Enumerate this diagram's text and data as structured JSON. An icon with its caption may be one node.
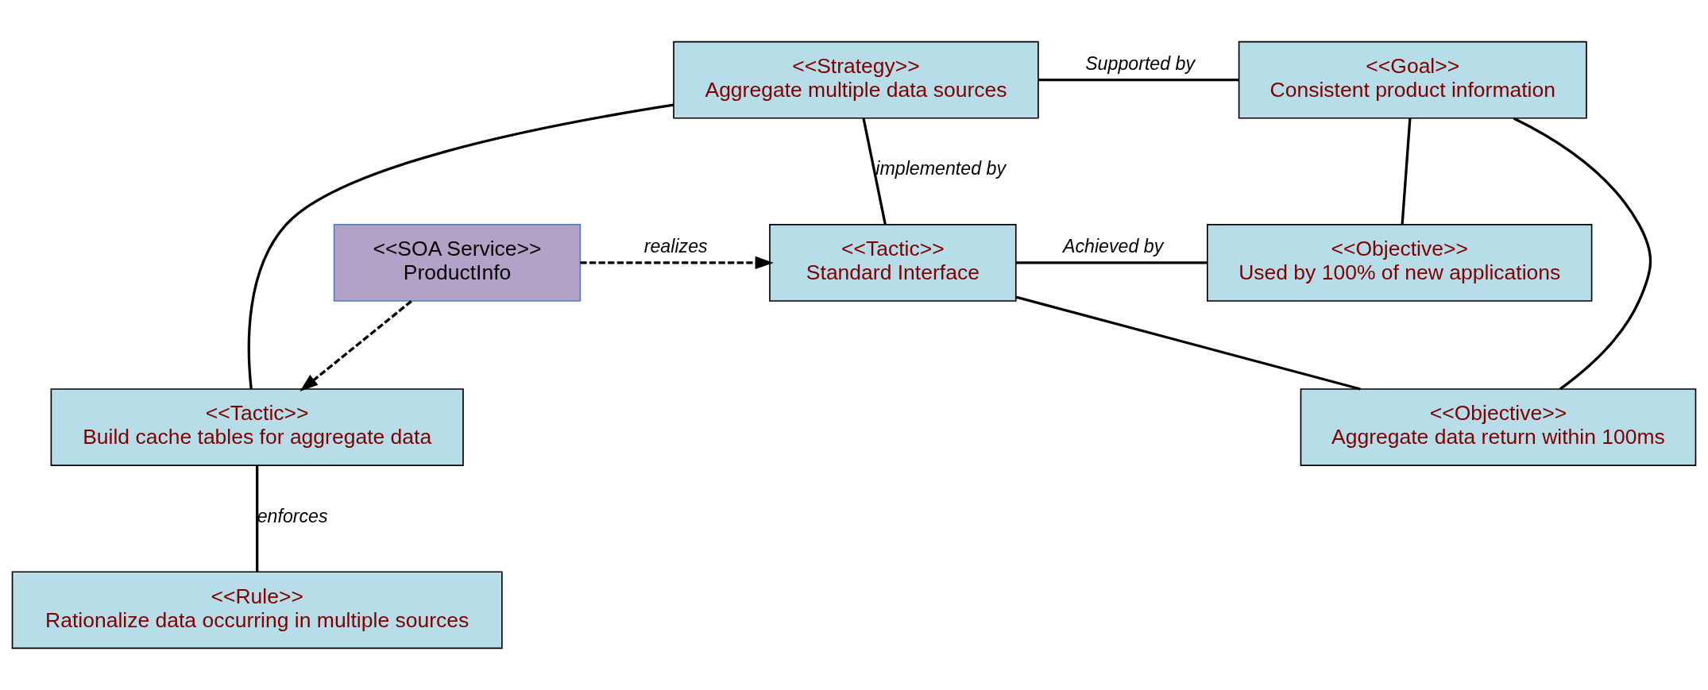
{
  "diagram": {
    "nodes": [
      {
        "text": [
          "<<SOA Service>>",
          "ProductInfo"
        ]
      },
      {
        "text": [
          "<<Strategy>>",
          "Aggregate multiple data sources"
        ]
      },
      {
        "text": [
          "<<Goal>>",
          "Consistent product information"
        ]
      },
      {
        "text": [
          "<<Tactic>>",
          "Standard Interface"
        ]
      },
      {
        "text": [
          "<<Objective>>",
          "Used by 100% of new applications"
        ]
      },
      {
        "text": [
          "<<Tactic>>",
          "Build cache tables for aggregate data"
        ]
      },
      {
        "text": [
          "<<Objective>>",
          "Aggregate data return within 100ms"
        ]
      },
      {
        "text": [
          "<<Rule>>",
          "Rationalize data occurring in multiple sources"
        ]
      }
    ],
    "edges": [
      {
        "from": 1,
        "to": 2,
        "arrow": "none",
        "label": "Supported by"
      },
      {
        "from": 1,
        "to": 3,
        "arrow": "none",
        "label": "implemented by"
      },
      {
        "from": 1,
        "to": 5,
        "arrow": "none"
      },
      {
        "from": 0,
        "to": 3,
        "arrow": "to",
        "style": "dashed",
        "label": "realizes"
      },
      {
        "from": 0,
        "to": 5,
        "arrow": "to",
        "style": "dashed"
      },
      {
        "from": 3,
        "to": 4,
        "arrow": "none",
        "label": "Achieved by"
      },
      {
        "from": 3,
        "to": 6,
        "arrow": "none"
      },
      {
        "from": 2,
        "to": 4,
        "arrow": "none"
      },
      {
        "from": 2,
        "to": 6,
        "arrow": "none"
      },
      {
        "from": 5,
        "to": 7,
        "arrow": "none",
        "label": "enforces"
      }
    ]
  }
}
